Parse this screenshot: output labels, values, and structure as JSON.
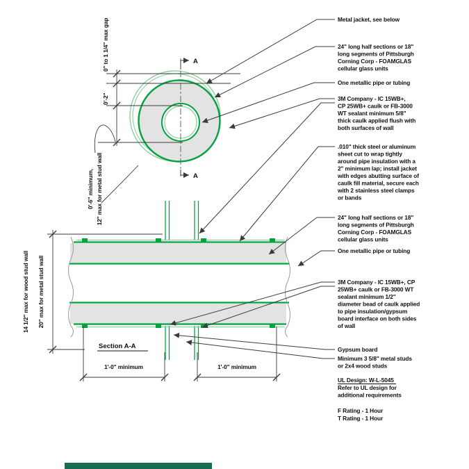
{
  "drawing_title": "Firestop detail - insulated metallic pipe through gypsum wall",
  "colors": {
    "green_main": "#00a33e",
    "green_light": "#8fce9f",
    "gray_fill": "#e3e3e3",
    "line": "#3a3a3a",
    "bottom_bar": "#1a6b53"
  },
  "plan": {
    "a_top": "A",
    "a_bottom": "A",
    "dim_gap": "0\" to 1 1/4\" max gap",
    "dim_insulation": "0'-2\"",
    "dim_pipe_line1": "0'-6\" minimum,",
    "dim_pipe_line2": "12\" max for metal stud wall"
  },
  "section": {
    "title": "Section A-A",
    "dim_left_line1": "14 1/2\" max for wood stud wall",
    "dim_left_line2": "20\" max for metal stud wall",
    "dim_bottom_left": "1'-0\" minimum",
    "dim_bottom_right": "1'-0\" minimum"
  },
  "callouts": {
    "metal_jacket": {
      "lines": [
        "Metal jacket, see below"
      ]
    },
    "foamglas_plan": {
      "lines": [
        "24\" long half sections or 18\"",
        "long segments of Pittsburgh",
        "Corning Corp - FOAMGLAS",
        "cellular glass units"
      ]
    },
    "pipe_plan": {
      "lines": [
        "One metallic pipe or tubing"
      ]
    },
    "caulk_plan": {
      "lines": [
        "3M Company - IC 15WB+,",
        "CP 25WB+ caulk or FB-3000",
        "WT sealant minimum 5/8\"",
        "thick caulk applied flush with",
        "both surfaces of wall"
      ]
    },
    "jacket_sheet": {
      "lines": [
        ".010\" thick steel or aluminum",
        "sheet cut to wrap tightly",
        "around pipe insulation with a",
        "2\" minimum lap; install jacket",
        "with edges abutting surface of",
        "caulk fill material, secure each",
        "with 2 stainless steel clamps",
        "or bands"
      ]
    },
    "foamglas_section": {
      "lines": [
        "24\" long half sections or 18\"",
        "long segments of Pittsburgh",
        "Corning Corp - FOAMGLAS",
        "cellular glass units"
      ]
    },
    "pipe_section": {
      "lines": [
        "One metallic pipe or tubing"
      ]
    },
    "caulk_bead": {
      "lines": [
        "3M Company - IC 15WB+, CP",
        "25WB+ caulk or FB-3000 WT",
        "sealant minimum 1/2\"",
        "diameter bead of caulk applied",
        "to pipe insulation/gypsum",
        "board interface on both sides",
        "of wall"
      ]
    },
    "gypsum_board": {
      "lines": [
        "Gypsum board"
      ]
    },
    "studs": {
      "lines": [
        "Minimum 3 5/8\" metal studs",
        "or 2x4 wood studs"
      ]
    }
  },
  "notes": {
    "ul_title": "UL Design: W-L-5045",
    "ul_line2": "Refer to UL design for",
    "ul_line3": "additional requirements",
    "f_rating": "F Rating - 1 Hour",
    "t_rating": "T Rating - 1 Hour"
  }
}
